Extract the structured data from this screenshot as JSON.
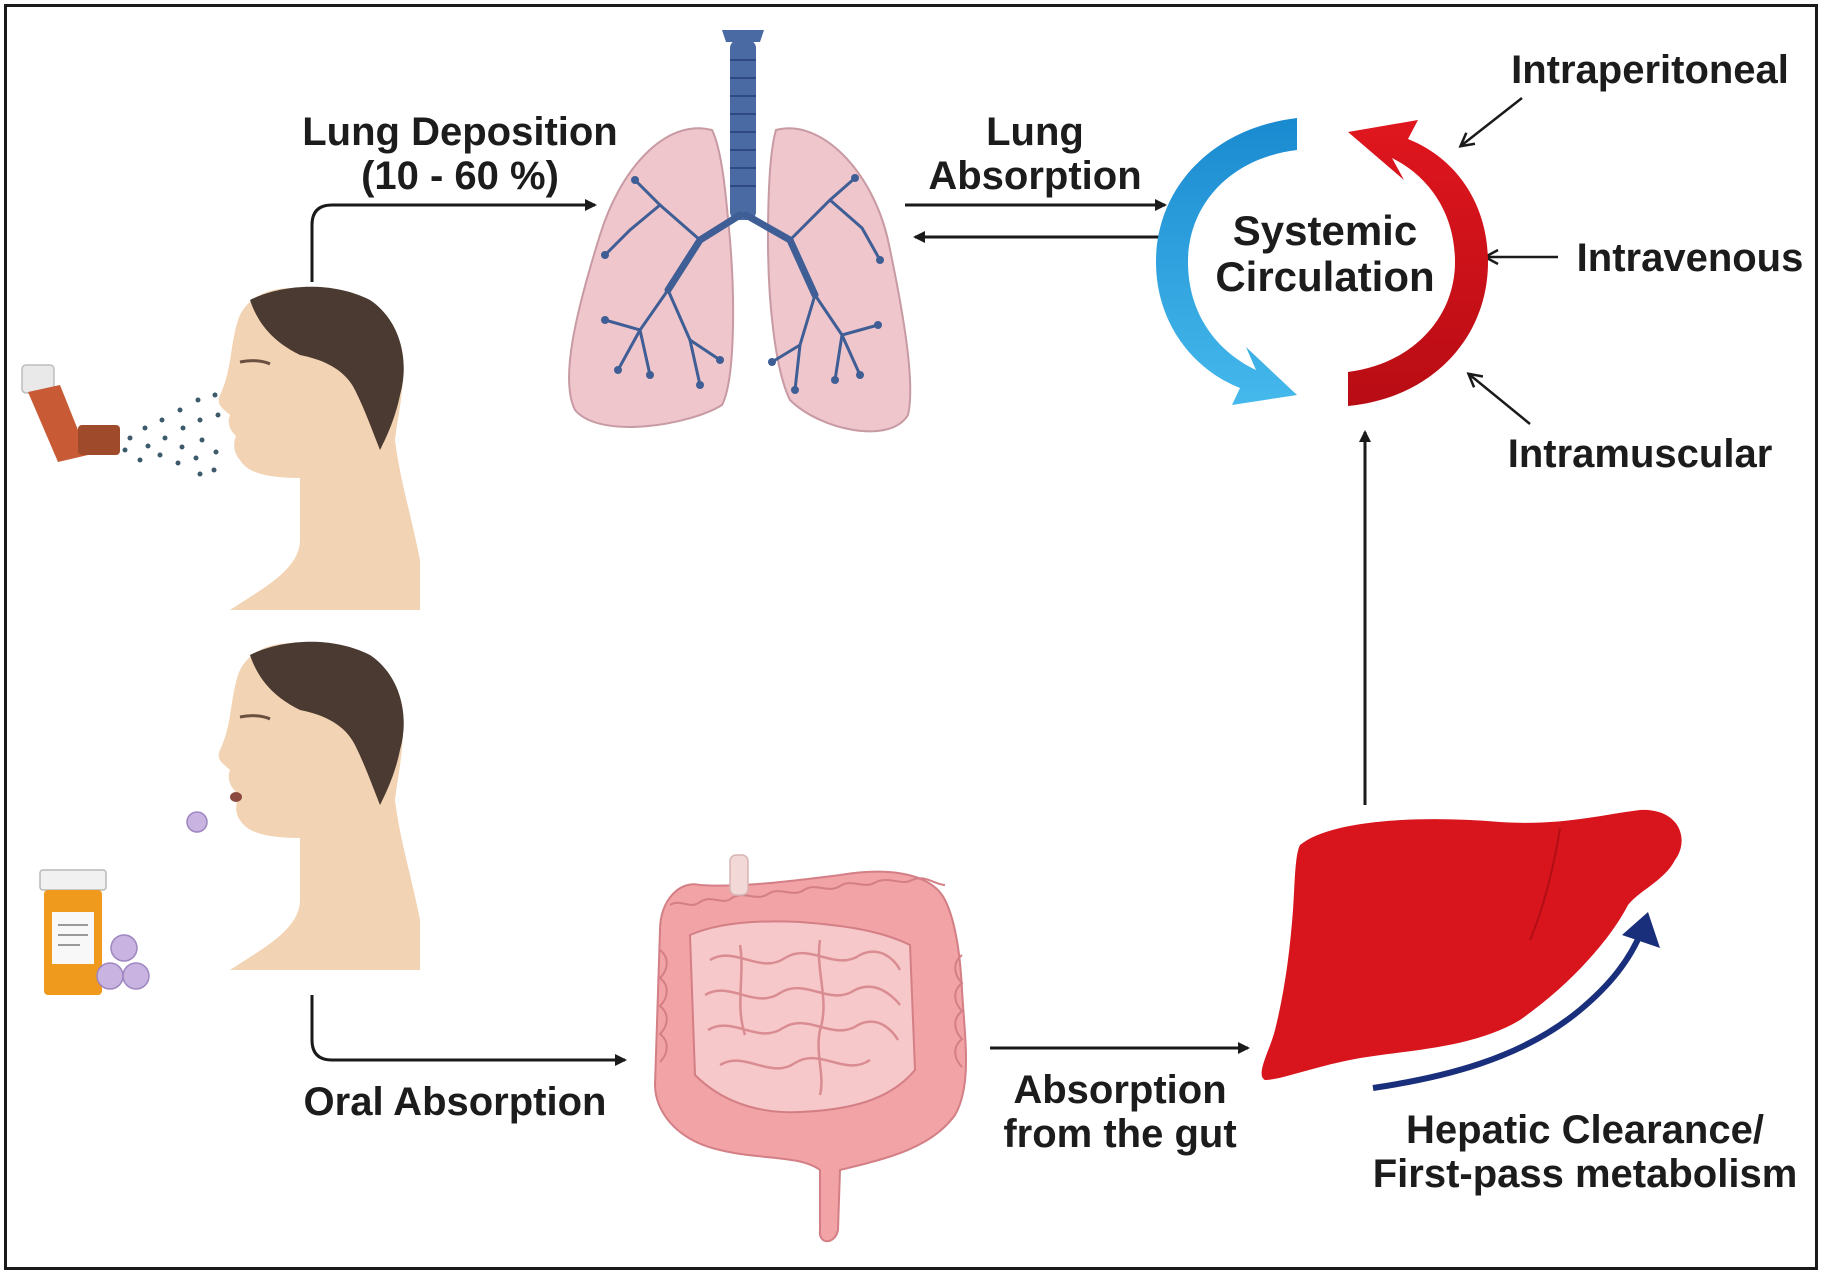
{
  "diagram": {
    "lung_deposition": {
      "line1": "Lung Deposition",
      "line2": "(10 - 60 %)"
    },
    "lung_absorption": {
      "line1": "Lung",
      "line2": "Absorption"
    },
    "systemic_circulation": {
      "line1": "Systemic",
      "line2": "Circulation"
    },
    "routes": {
      "intraperitoneal": "Intraperitoneal",
      "intravenous": "Intravenous",
      "intramuscular": "Intramuscular"
    },
    "oral_absorption": "Oral Absorption",
    "gut_absorption": {
      "line1": "Absorption",
      "line2": "from the gut"
    },
    "hepatic": {
      "line1": "Hepatic Clearance/",
      "line2": "First-pass metabolism"
    }
  },
  "colors": {
    "arrow_black": "#1a1a1a",
    "circulation_blue": "#2aa3dd",
    "circulation_red": "#d8101a",
    "liver_red": "#d8141d",
    "lung_pink": "#efc6cc",
    "bronchi_blue": "#3f5e95",
    "skin": "#f2d3b3",
    "hair": "#4a3a31",
    "intestine_pink": "#f1a3a6",
    "hepatic_arrow_navy": "#1a2f7c"
  },
  "icons": [
    "inhaler-icon",
    "pill-bottle-icon",
    "pill-icon",
    "head-icon",
    "lungs-icon",
    "intestines-icon",
    "liver-icon"
  ]
}
